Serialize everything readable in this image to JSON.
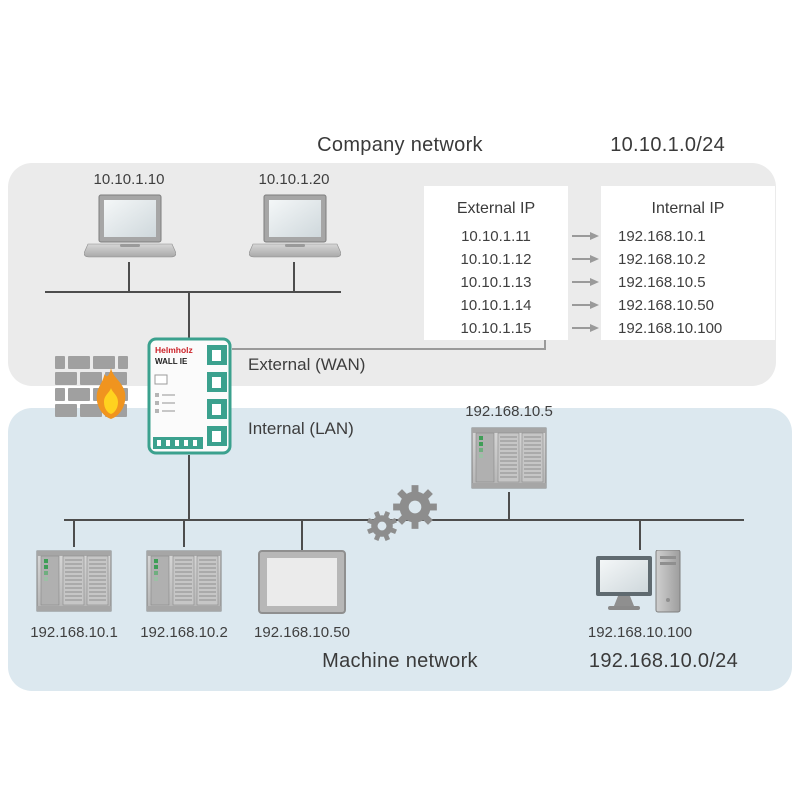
{
  "company_network": {
    "title": "Company network",
    "subnet": "10.10.1.0/24",
    "laptops": [
      {
        "ip": "10.10.1.10"
      },
      {
        "ip": "10.10.1.20"
      }
    ]
  },
  "nat_table": {
    "external_header": "External IP",
    "internal_header": "Internal IP",
    "rows": [
      {
        "external": "10.10.1.11",
        "internal": "192.168.10.1"
      },
      {
        "external": "10.10.1.12",
        "internal": "192.168.10.2"
      },
      {
        "external": "10.10.1.13",
        "internal": "192.168.10.5"
      },
      {
        "external": "10.10.1.14",
        "internal": "192.168.10.50"
      },
      {
        "external": "10.10.1.15",
        "internal": "192.168.10.100"
      }
    ]
  },
  "firewall": {
    "brand": "Helmholz",
    "model": "WALL IE",
    "external_label": "External (WAN)",
    "internal_label": "Internal (LAN)"
  },
  "machine_network": {
    "title": "Machine network",
    "subnet": "192.168.10.0/24",
    "plc_top": {
      "ip": "192.168.10.5"
    },
    "devices": [
      {
        "ip": "192.168.10.1"
      },
      {
        "ip": "192.168.10.2"
      },
      {
        "ip": "192.168.10.50"
      },
      {
        "ip": "192.168.10.100"
      }
    ]
  },
  "colors": {
    "company_zone": "#ebebeb",
    "machine_zone": "#dce8ef",
    "device_green": "#3ba18e",
    "brand_red": "#cc2229",
    "flame_orange": "#f0941f",
    "flame_yellow": "#ffd21f",
    "text": "#3f3f3f"
  }
}
